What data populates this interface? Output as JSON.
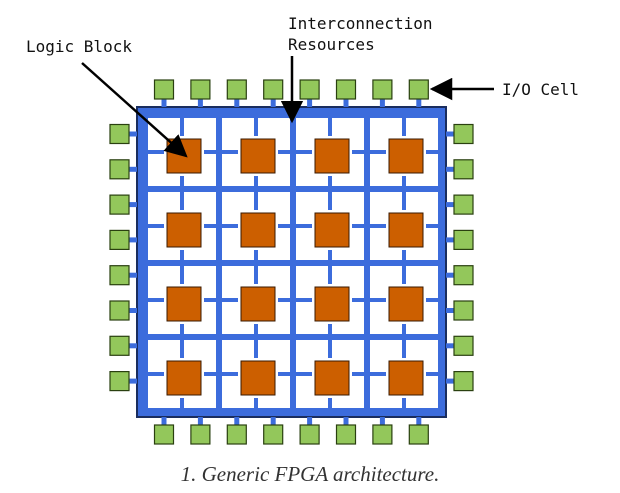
{
  "labels": {
    "logic_block": "Logic Block",
    "interconnect_line1": "Interconnection",
    "interconnect_line2": "Resources",
    "io_cell": "I/O Cell"
  },
  "caption": "1. Generic FPGA architecture.",
  "grid": {
    "rows": 4,
    "cols": 4,
    "io_cells_per_side": 8
  },
  "colors": {
    "routing_fabric": "#3c6cdc",
    "fabric_outline": "#1a2d5e",
    "logic_block_fill": "#cc5f00",
    "io_cell_fill": "#93c75b",
    "io_cell_stroke": "#2a4010",
    "cell_background": "#ffffff",
    "arrow": "#000000"
  }
}
